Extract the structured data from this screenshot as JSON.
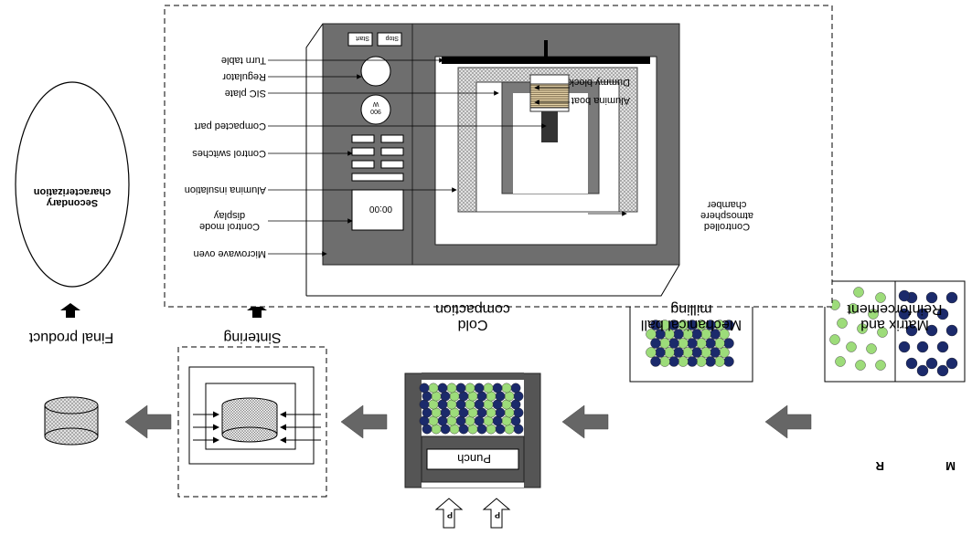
{
  "steps": {
    "matrix": {
      "label": "Matrix and Reinforcement",
      "m": "M",
      "r": "R"
    },
    "milling": {
      "label": "Mechanical ball milling"
    },
    "compaction": {
      "label": "Cold compaction",
      "punch": "Punch",
      "force": "P"
    },
    "sintering": {
      "label": "Sintering"
    },
    "final": {
      "label": "Final product"
    },
    "secondary": {
      "label": "Secondary characterization"
    }
  },
  "oven": {
    "buttons": {
      "start": "Start",
      "stop": "Stop"
    },
    "power": "900 W",
    "display": "00:00",
    "labels": {
      "turn_table": "Turn table",
      "regulator": "Regulator",
      "sic_plate": "SIC plate",
      "compacted_part": "Compacted part",
      "control_switches": "Control switches",
      "alumina_insulation": "Alumina insulation",
      "control_mode_display": "Control mode display",
      "microwave_oven": "Microwave oven",
      "dummy_block": "Dummy block",
      "alumina_boat": "Alumina boat",
      "controlled_atmosphere": "Controlled atmosphere chamber"
    }
  },
  "colors": {
    "matrix": "#1b2a6b",
    "reinforcement": "#9ddc7a",
    "panel": "#666666",
    "arrow": "#666666"
  }
}
